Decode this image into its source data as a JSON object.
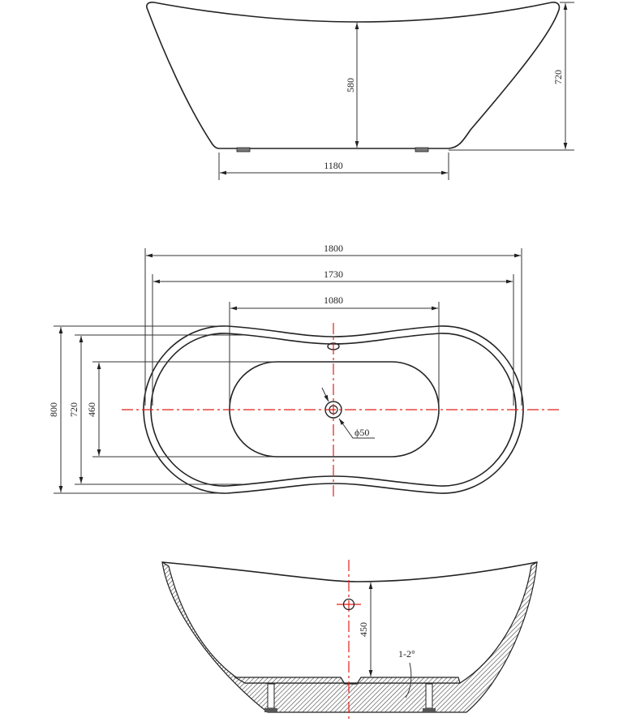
{
  "colors": {
    "outline": "#222222",
    "centerline": "#e0201a"
  },
  "side_view": {
    "dims": {
      "total_height": "720",
      "inner_depth": "580",
      "base_length": "1180"
    }
  },
  "plan_view": {
    "dims": {
      "outer_length": "1800",
      "rim_length": "1730",
      "basin_length": "1080",
      "outer_width": "800",
      "rim_width": "720",
      "basin_width": "460",
      "drain_diameter": "ϕ50"
    }
  },
  "section_view": {
    "dims": {
      "water_depth": "450",
      "floor_slope": "1-2°"
    }
  }
}
